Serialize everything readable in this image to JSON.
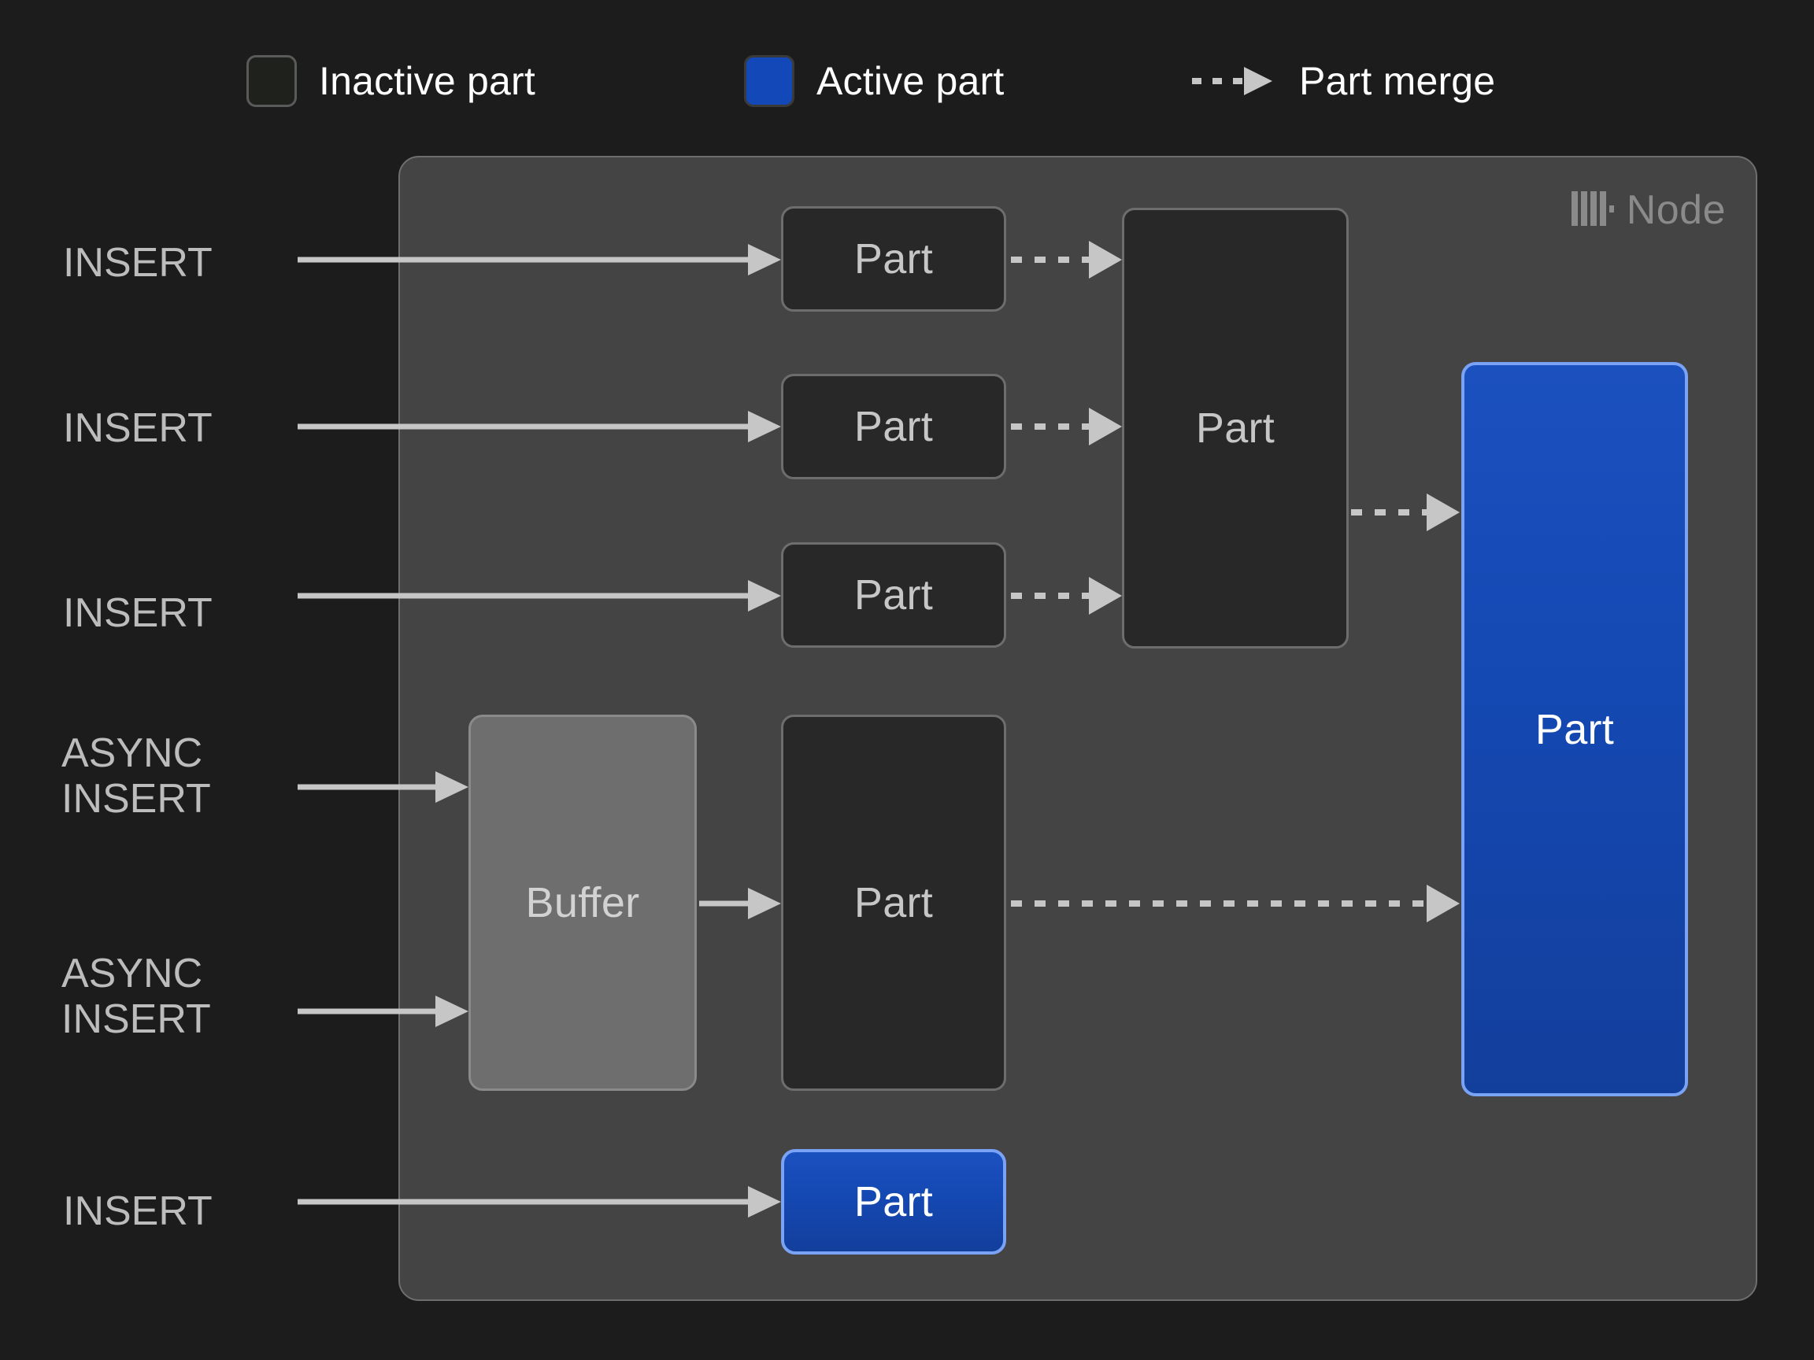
{
  "legend": {
    "items": [
      {
        "id": "inactive",
        "label": "Inactive part",
        "swatch": "inactive-part-swatch",
        "color": "#1f211d"
      },
      {
        "id": "active",
        "label": "Active part",
        "swatch": "active-part-swatch",
        "color": "#1348b8"
      },
      {
        "id": "merge",
        "label": "Part merge",
        "swatch": "dashed-arrow-icon",
        "color": "#c6c6c6"
      }
    ]
  },
  "node": {
    "label": "Node",
    "logo": "clickhouse-logo-icon",
    "fill": "#444444",
    "border": "#6e6e6e"
  },
  "sources": [
    {
      "id": "insert-1",
      "label": "INSERT"
    },
    {
      "id": "insert-2",
      "label": "INSERT"
    },
    {
      "id": "insert-3",
      "label": "INSERT"
    },
    {
      "id": "async-insert-1",
      "label": "ASYNC\nINSERT"
    },
    {
      "id": "async-insert-2",
      "label": "ASYNC\nINSERT"
    },
    {
      "id": "insert-4",
      "label": "INSERT"
    }
  ],
  "boxes": [
    {
      "id": "part-1",
      "label": "Part",
      "state": "inactive"
    },
    {
      "id": "part-2",
      "label": "Part",
      "state": "inactive"
    },
    {
      "id": "part-3",
      "label": "Part",
      "state": "inactive"
    },
    {
      "id": "part-merged",
      "label": "Part",
      "state": "inactive"
    },
    {
      "id": "buffer",
      "label": "Buffer",
      "state": "buffer"
    },
    {
      "id": "part-async",
      "label": "Part",
      "state": "inactive"
    },
    {
      "id": "part-active-large",
      "label": "Part",
      "state": "active"
    },
    {
      "id": "part-active-small",
      "label": "Part",
      "state": "active"
    }
  ],
  "colors": {
    "background": "#1c1c1c",
    "node_fill": "#444444",
    "node_border": "#6e6e6e",
    "box_inactive_fill": "#282828",
    "box_inactive_border": "#6d6d6d",
    "buffer_fill": "#6e6e6e",
    "active_fill": "#1448b2",
    "active_border": "#7aa3f5",
    "arrow": "#c6c6c6",
    "text_primary": "#ffffff",
    "text_muted": "#bcbcbc"
  }
}
